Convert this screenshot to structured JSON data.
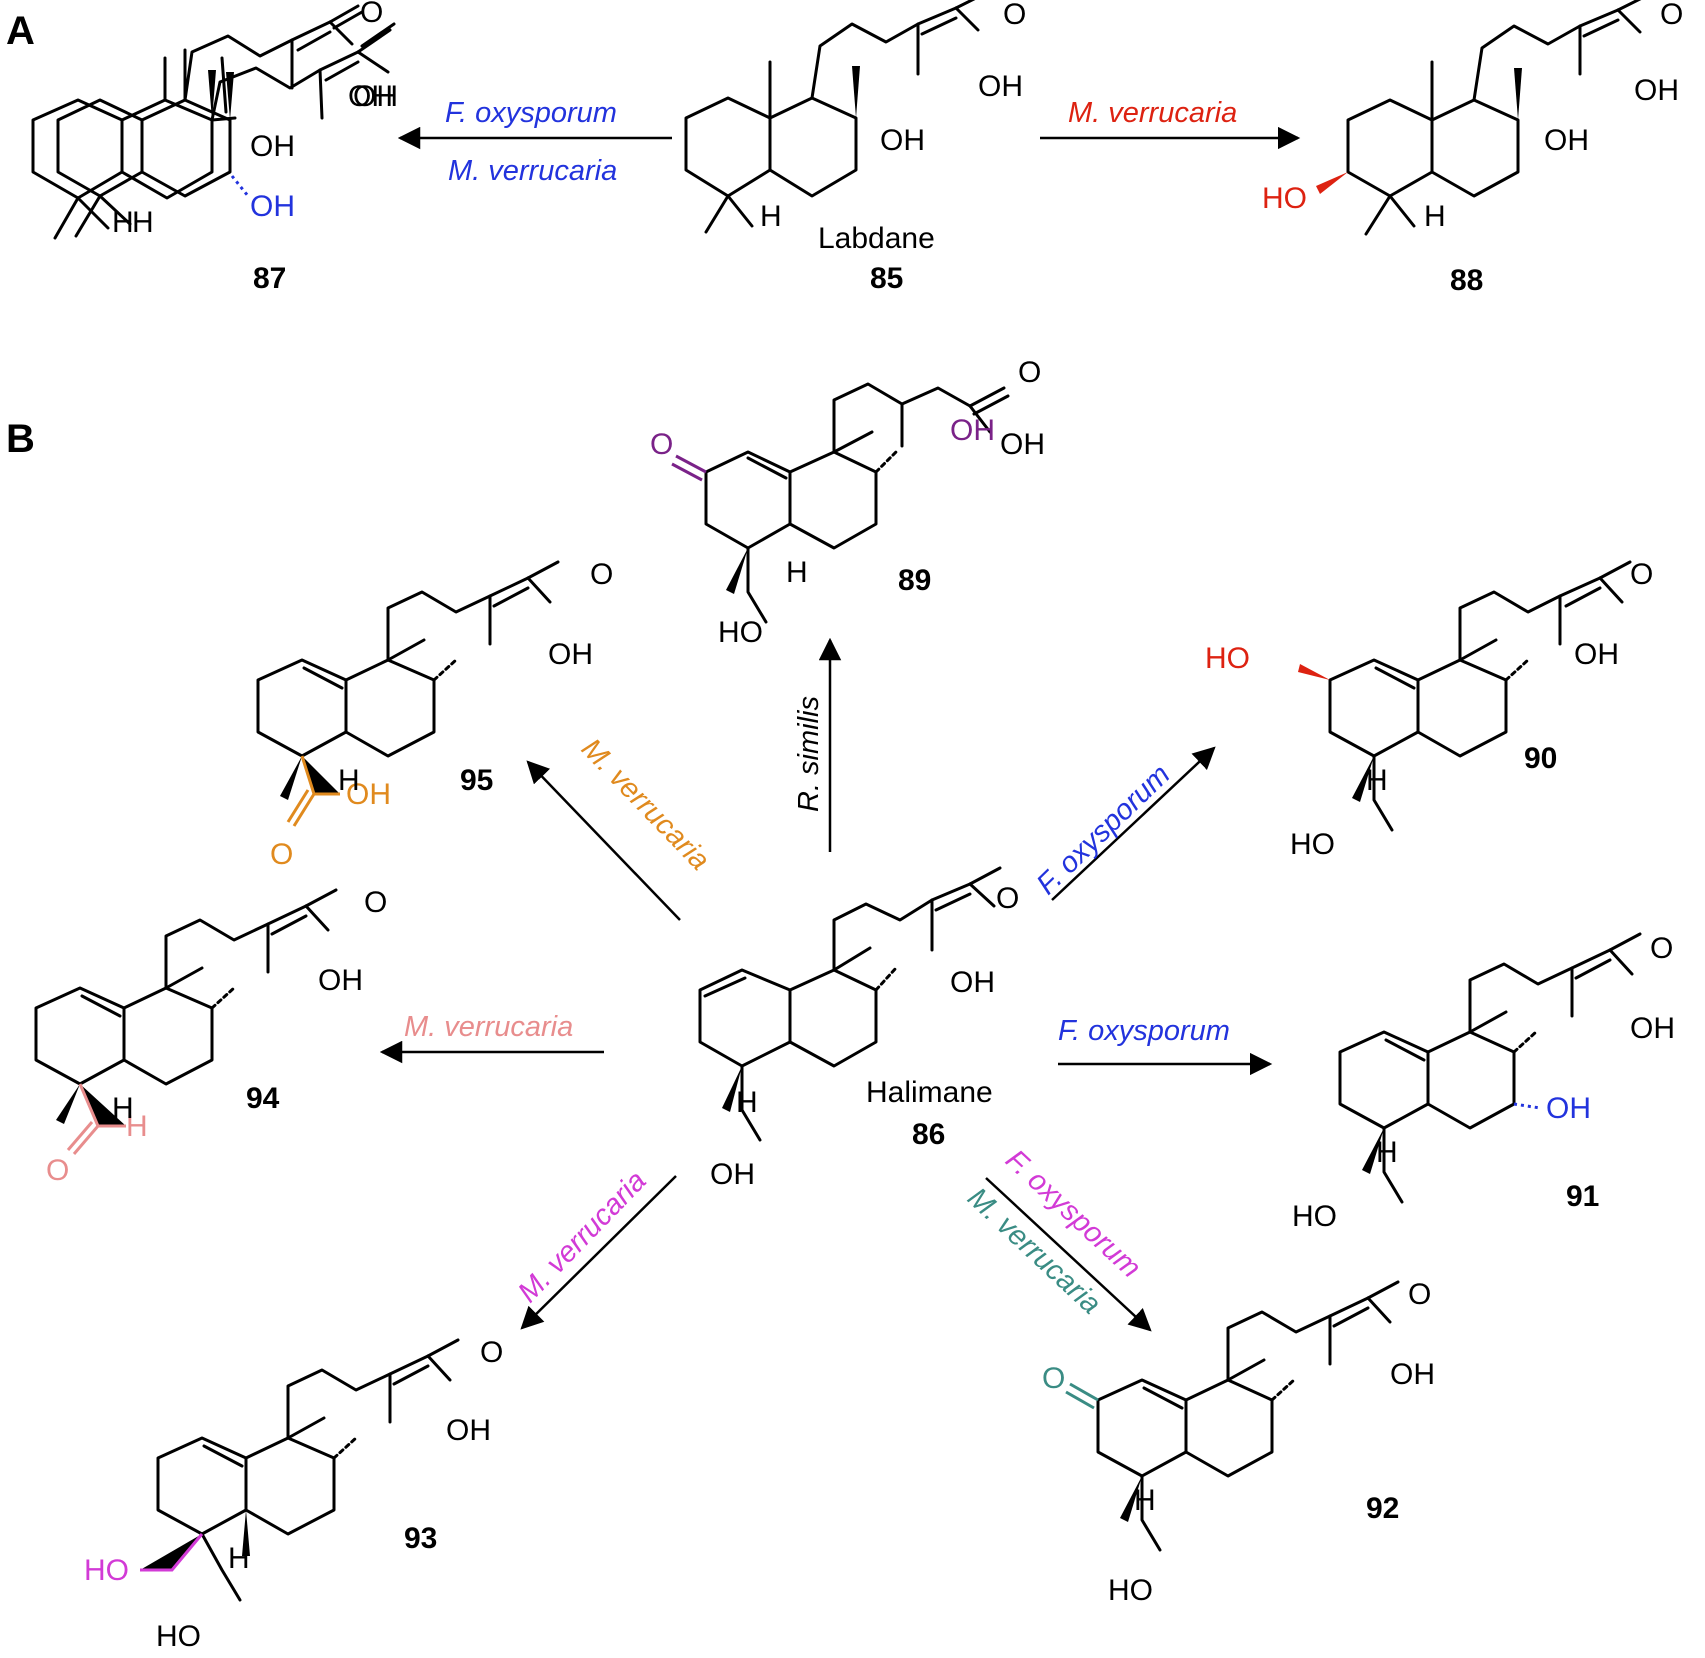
{
  "panels": {
    "a": "A",
    "b": "B"
  },
  "colors": {
    "bond": "#000000",
    "blue": "#2233dd",
    "red": "#dd2211",
    "purple": "#7a2288",
    "orange": "#e08a1e",
    "pink": "#e88d8d",
    "magenta": "#d23ad6",
    "teal": "#3a8c84"
  },
  "labels": {
    "oh": "OH",
    "ho": "HO",
    "o": "O",
    "h": "H"
  },
  "compounds": {
    "labdane": {
      "name": "Labdane",
      "number": "85"
    },
    "c87": {
      "number": "87"
    },
    "c88": {
      "number": "88"
    },
    "halimane": {
      "name": "Halimane",
      "number": "86"
    },
    "c89": {
      "number": "89"
    },
    "c90": {
      "number": "90"
    },
    "c91": {
      "number": "91"
    },
    "c92": {
      "number": "92"
    },
    "c93": {
      "number": "93"
    },
    "c94": {
      "number": "94"
    },
    "c95": {
      "number": "95"
    }
  },
  "organisms": {
    "f_oxysporum": "F. oxysporum",
    "m_verrucaria": "M. verrucaria",
    "r_similis": "R. similis"
  }
}
